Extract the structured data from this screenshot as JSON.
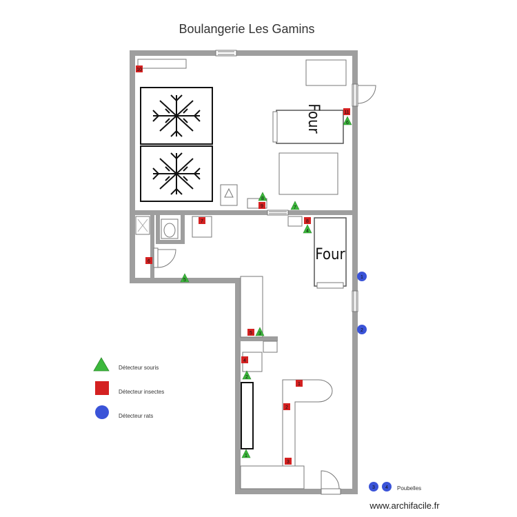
{
  "title": "Boulangerie Les Gamins",
  "oven_label": "Four",
  "legend": {
    "souris": "Détecteur souris",
    "insectes": "Détecteur insectes",
    "rats": "Détecteur rats",
    "poubelles": "Poubelles"
  },
  "colors": {
    "wall": "#9e9e9e",
    "souris": "#3cb83c",
    "insectes": "#d42121",
    "rats": "#3a53d8"
  },
  "detectors": {
    "souris": [
      "6",
      "5",
      "8",
      "7",
      "4",
      "5",
      "3",
      "2",
      "1"
    ],
    "insectes": [
      "10",
      "11",
      "9",
      "7",
      "8",
      "6",
      "5",
      "4",
      "1",
      "2",
      "3"
    ],
    "rats": [
      "1",
      "2",
      "3",
      "4"
    ]
  },
  "watermark": "www.archifacile.fr"
}
